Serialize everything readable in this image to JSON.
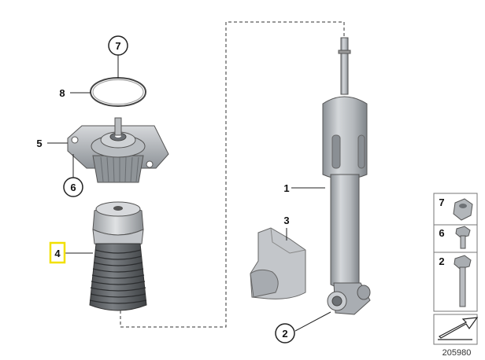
{
  "callouts": {
    "c1": "1",
    "c2": "2",
    "c3": "3",
    "c4": "4",
    "c5": "5",
    "c6": "6",
    "c7": "7",
    "c8": "8"
  },
  "legend": {
    "item7": "7",
    "item6": "6",
    "item2": "2"
  },
  "diagram_id": "205980",
  "colors": {
    "part_light": "#c9ccd0",
    "part_mid": "#a9adb2",
    "part_dark": "#7d8287",
    "highlight": "#f2e000",
    "line": "#222222"
  }
}
